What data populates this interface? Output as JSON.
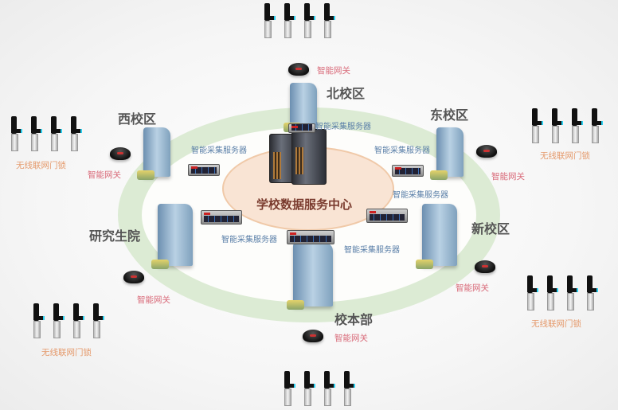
{
  "center": {
    "label": "学校数据服务中心"
  },
  "campuses": {
    "north": "北校区",
    "west": "西校区",
    "east": "东校区",
    "research": "研究生院",
    "new": "新校区",
    "main": "校本部"
  },
  "gateway_label": "智能网关",
  "server_label": "智能采集服务器",
  "lock_label": "无线联网门锁",
  "colors": {
    "ring": "#dcebd4",
    "center": "#f9e4d4",
    "center_text": "#7a3b2e",
    "gateway_text": "#d96b7a",
    "server_text": "#5a7fa8",
    "lock_text": "#e59a6c"
  }
}
